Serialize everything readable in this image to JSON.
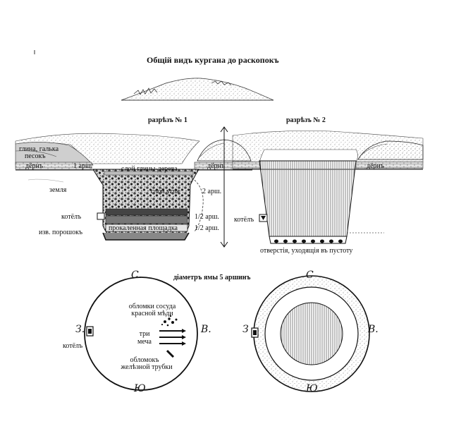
{
  "title": "Общій видъ кургана до раскопокъ",
  "section1": {
    "title": "разрѣзъ № 1",
    "labels": {
      "clay_pebble": "глина, галька",
      "sand": "песокъ",
      "turf_left": "дёрнъ",
      "one_arsh": "1 арш.",
      "layer_clay_wood": "слой глины-дерева",
      "turf_right": "дёрнъ",
      "earth": "земля",
      "coal_layer": "слой угля",
      "two_arsh": "2 арш.",
      "kettle": "котёлъ",
      "half_arsh_1": "1/2 арш.",
      "powder": "изв. порошокъ",
      "burnt_platform": "прокаленная площадка",
      "half_arsh_2": "1/2 арш."
    }
  },
  "section2": {
    "title": "разрѣзъ № 2",
    "labels": {
      "turf": "дёрнъ",
      "kettle": "котёлъ",
      "holes": "отверстія, уходящія въ пустоту"
    }
  },
  "plan_title": "діаметръ ямы 5 аршинъ",
  "plan_left": {
    "north": "С.",
    "west": "З.",
    "east": "В.",
    "south": "Ю",
    "kettle": "котёлъ",
    "fragments_line1": "обломки сосуда",
    "fragments_line2": "красной мѣди",
    "swords_line1": "три",
    "swords_line2": "меча",
    "tube_line1": "обломокъ",
    "tube_line2": "желѣзной трубки"
  },
  "plan_right": {
    "north": "С",
    "west": "З",
    "east": "В.",
    "south": "Ю."
  }
}
